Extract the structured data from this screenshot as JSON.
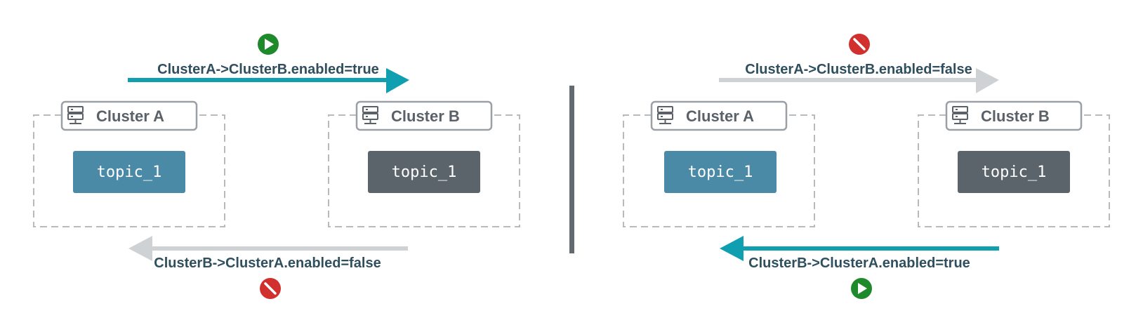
{
  "colors": {
    "teal_arrow": "#109fb1",
    "gray_arrow": "#cfd2d4",
    "topic_source": "#4a8aa6",
    "topic_replica": "#5b646b",
    "divider": "#636a70",
    "enabled_icon": "#1e8a2c",
    "disabled_icon": "#d0302e",
    "label_text": "#2f4f5f",
    "cluster_text": "#5a6168",
    "dashed_border": "#b7bbbf",
    "header_border": "#9aa0a6"
  },
  "left_panel": {
    "cluster_a": {
      "title": "Cluster A",
      "icon": "server-icon",
      "topic": "topic_1"
    },
    "cluster_b": {
      "title": "Cluster B",
      "icon": "server-icon",
      "topic": "topic_1"
    },
    "top_arrow": {
      "label": "ClusterA->ClusterB.enabled=true",
      "status": "enabled",
      "icon": "play-icon"
    },
    "bottom_arrow": {
      "label": "ClusterB->ClusterA.enabled=false",
      "status": "disabled",
      "icon": "no-entry-icon"
    }
  },
  "right_panel": {
    "cluster_a": {
      "title": "Cluster A",
      "icon": "server-icon",
      "topic": "topic_1"
    },
    "cluster_b": {
      "title": "Cluster B",
      "icon": "server-icon",
      "topic": "topic_1"
    },
    "top_arrow": {
      "label": "ClusterA->ClusterB.enabled=false",
      "status": "disabled",
      "icon": "no-entry-icon"
    },
    "bottom_arrow": {
      "label": "ClusterB->ClusterA.enabled=true",
      "status": "enabled",
      "icon": "play-icon"
    }
  }
}
